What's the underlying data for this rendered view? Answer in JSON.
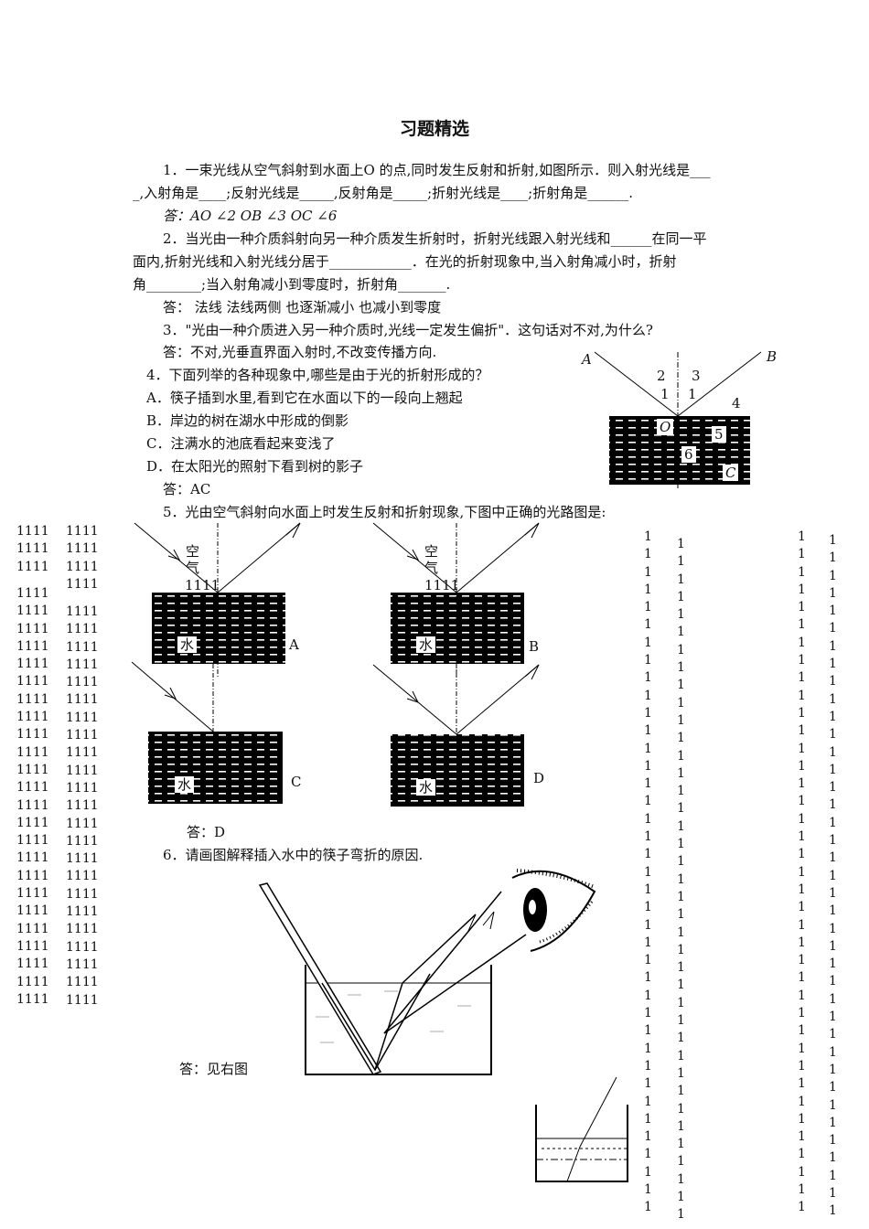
{
  "title": "习题精选",
  "q1": {
    "line1": "1．一束光线从空气斜射到水面上O 的点,同时发生反射和折射,如图所示．则入射光线是___",
    "line2": "_,入射角是____;反射光线是_____,反射角是_____;折射光线是____;折射角是______.",
    "answer": "答：AO  ∠2  OB  ∠3  OC   ∠6"
  },
  "q2": {
    "line1": "2．当光由一种介质斜射向另一种介质发生折射时，折射光线跟入射光线和______在同一平",
    "line2": "面内,折射光线和入射光线分居于____________．在光的折射现象中,当入射角减小时，折射",
    "line3": "角________;当入射角减小到零度时，折射角_______.",
    "answer": "答：  法线    法线两侧    也逐渐减小   也减小到零度"
  },
  "q3": {
    "line1": "3．\"光由一种介质进入另一种介质时,光线一定发生偏折\"．这句话对不对,为什么?",
    "answer": "答：不对,光垂直界面入射时,不改变传播方向."
  },
  "q4": {
    "stem": "4．下面列举的各种现象中,哪些是由于光的折射形成的？",
    "options": [
      "A．筷子插到水里,看到它在水面以下的一段向上翘起",
      "B．岸边的树在湖水中形成的倒影",
      "C．注满水的池底看起来变浅了",
      "D．在太阳光的照射下看到树的影子"
    ],
    "answer": "答：AC"
  },
  "q5": {
    "stem": "5．光由空气斜射向水面上时发生反射和折射现象,下图中正确的光路图是:",
    "air_label": "空气",
    "water_label": "水",
    "filler": "1111",
    "panel_labels": [
      "A",
      "B",
      "C",
      "D"
    ],
    "answer": "答：D"
  },
  "q6": {
    "stem": "6．请画图解释插入水中的筷子弯折的原因.",
    "answer": "答：见右图"
  },
  "fig1": {
    "labels": {
      "A": "A",
      "B": "B",
      "O": "O",
      "C": "C",
      "n2": "2",
      "n3": "3",
      "n1a": "1",
      "n1b": "1",
      "n4": "4",
      "n5": "5",
      "n6": "6"
    }
  },
  "artifact_columns": {
    "glyph": "1",
    "block": "1111"
  }
}
